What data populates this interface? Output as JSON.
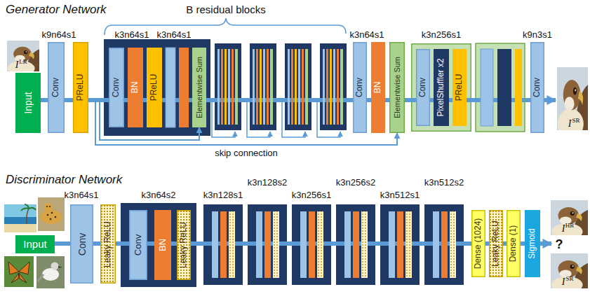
{
  "diagram": {
    "nodes": [
      {
        "text": [
          "Input"
        ]
      },
      {
        "text": [
          "Conv"
        ]
      },
      {
        "text": [
          "PReLU"
        ]
      },
      {
        "text": []
      },
      {
        "text": [
          "Conv"
        ],
        "in": 3
      },
      {
        "text": [
          "BN"
        ],
        "in": 3
      },
      {
        "text": [
          "PReLU"
        ],
        "in": 3
      },
      {
        "text": [
          "Elementwise Sum"
        ],
        "in": 3
      },
      {
        "text": [
          "Conv"
        ]
      },
      {
        "text": [
          "BN"
        ]
      },
      {
        "text": [
          "Elementwise Sum"
        ]
      },
      {
        "text": []
      },
      {
        "text": [
          "Conv"
        ],
        "in": 11
      },
      {
        "text": [
          "PixelShuffler x2"
        ],
        "in": 11
      },
      {
        "text": [
          "PReLU"
        ],
        "in": 11
      },
      {
        "text": [
          "Conv"
        ]
      },
      {
        "text": [
          "Input"
        ]
      },
      {
        "text": [
          "Conv"
        ]
      },
      {
        "text": [
          "Leaky ReLU"
        ]
      },
      {
        "text": []
      },
      {
        "text": [
          "Conv"
        ],
        "in": 19
      },
      {
        "text": [
          "BN"
        ],
        "in": 19
      },
      {
        "text": [
          "Leaky ReLU"
        ],
        "in": 19
      },
      {
        "text": [
          "Dense (1024)"
        ]
      },
      {
        "text": [
          "Leaky ReLU"
        ]
      },
      {
        "text": [
          "Dense (1)"
        ]
      },
      {
        "text": [
          "Sigmoid"
        ]
      }
    ],
    "edges": [
      {
        "from": 0,
        "to": 1,
        "arrow": "none"
      },
      {
        "from": 1,
        "to": 2,
        "arrow": "none"
      },
      {
        "from": 2,
        "to": 3,
        "arrow": "none"
      },
      {
        "from": 4,
        "to": 5,
        "arrow": "none"
      },
      {
        "from": 5,
        "to": 6,
        "arrow": "none"
      },
      {
        "from": 6,
        "to": 7,
        "arrow": "none"
      },
      {
        "from": 3,
        "to": 8,
        "arrow": "none"
      },
      {
        "from": 8,
        "to": 9,
        "arrow": "none"
      },
      {
        "from": 9,
        "to": 10,
        "arrow": "none"
      },
      {
        "from": 10,
        "to": 11,
        "arrow": "none"
      },
      {
        "from": 12,
        "to": 13,
        "arrow": "none"
      },
      {
        "from": 13,
        "to": 14,
        "arrow": "none"
      },
      {
        "from": 11,
        "to": 15,
        "arrow": "none"
      },
      {
        "from": 2,
        "to": 7,
        "arrow": "to"
      },
      {
        "from": 2,
        "to": 10,
        "arrow": "to",
        "label": "skip connection"
      },
      {
        "from": 16,
        "to": 17,
        "arrow": "none"
      },
      {
        "from": 17,
        "to": 18,
        "arrow": "none"
      },
      {
        "from": 18,
        "to": 19,
        "arrow": "none"
      },
      {
        "from": 20,
        "to": 21,
        "arrow": "none"
      },
      {
        "from": 21,
        "to": 22,
        "arrow": "none"
      },
      {
        "from": 19,
        "to": 23,
        "arrow": "none"
      },
      {
        "from": 23,
        "to": 24,
        "arrow": "none"
      },
      {
        "from": 24,
        "to": 25,
        "arrow": "none"
      },
      {
        "from": 25,
        "to": 26,
        "arrow": "none"
      }
    ],
    "labels": [
      "Generator Network",
      "B residual blocks",
      "k9n64s1",
      "k3n64s1",
      "k3n64s1",
      "k3n64s1",
      "k3n256s1",
      "k9n3s1",
      "I",
      "LR",
      "I",
      "SR",
      "Discriminator Network",
      "k3n64s1",
      "k3n64s2",
      "k3n128s1",
      "k3n128s2",
      "k3n256s1",
      "k3n256s2",
      "k3n512s1",
      "k3n512s2",
      "I",
      "HR",
      "?",
      "I",
      "SR"
    ]
  }
}
